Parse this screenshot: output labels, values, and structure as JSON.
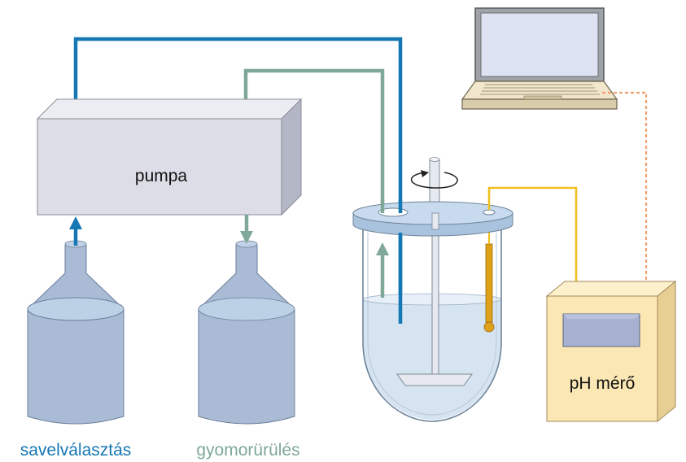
{
  "labels": {
    "pump": "pumpa",
    "ph_meter": "pH mérő",
    "acid_secretion": "savelválasztás",
    "gastric_emptying": "gyomorürülés"
  },
  "colors": {
    "blue_line": "#1577b3",
    "green_line": "#7fa898",
    "yellow_wire": "#f0c020",
    "orange_dashed": "#f0a070",
    "pump_box": "#dcdde6",
    "bottle": "#a9bbd5",
    "vessel_liquid": "#d6e4f2",
    "ph_box": "#fbe7b4",
    "probe": "#e0a11a",
    "laptop_screen": "#dde3f3",
    "laptop_base": "#eee1bf"
  },
  "icons": {
    "laptop": "laptop-icon",
    "stirrer": "stirrer-icon",
    "rotation_arrow": "rotation-arrow-icon",
    "ph_probe": "ph-probe-icon"
  }
}
